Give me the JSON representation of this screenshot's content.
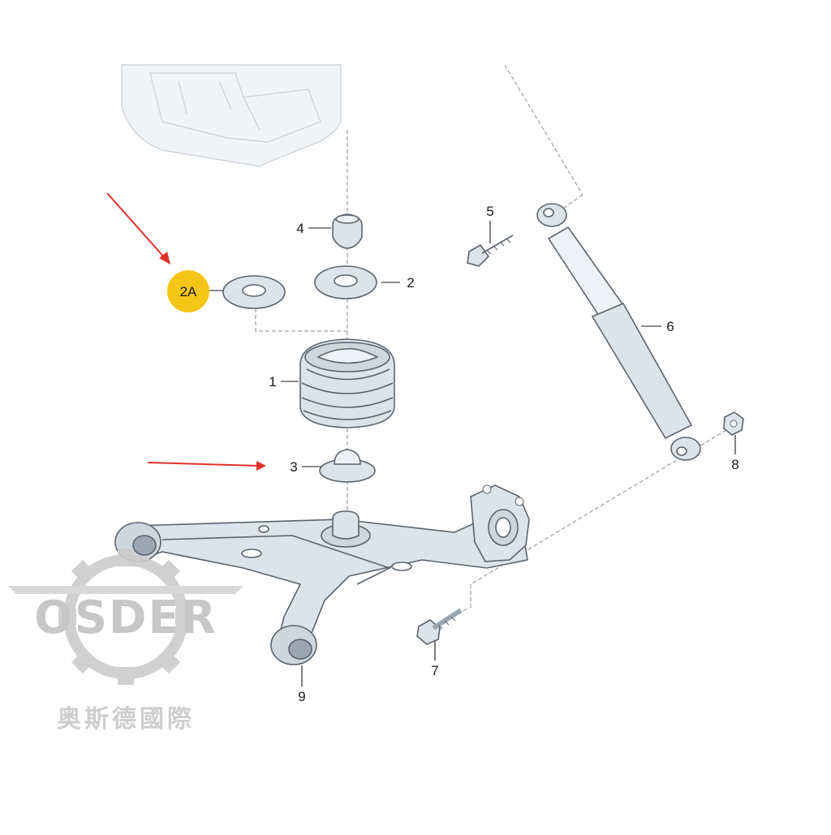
{
  "callouts": {
    "c1": "1",
    "c2": "2",
    "c2a": "2A",
    "c3": "3",
    "c4": "4",
    "c5": "5",
    "c6": "6",
    "c7": "7",
    "c8": "8",
    "c9": "9"
  },
  "watermark": {
    "brand": "OSDER",
    "subtitle": "奥斯德國際"
  },
  "colors": {
    "part_fill": "#dde3ea",
    "part_stroke": "#5a6470",
    "highlight": "#f5c518",
    "arrow": "#e0302b",
    "watermark": "#c2c2c2"
  }
}
